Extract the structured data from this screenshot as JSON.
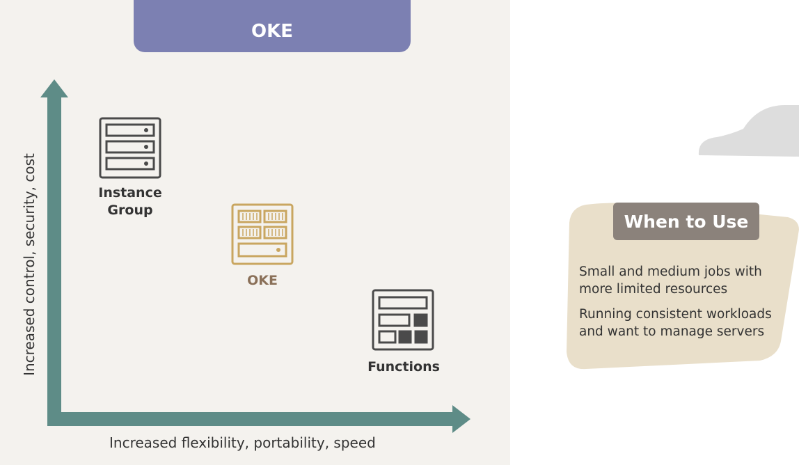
{
  "banner": {
    "title": "OKE"
  },
  "axes": {
    "y_label": "Increased control, security, cost",
    "x_label": "Increased flexibility, portability, speed"
  },
  "nodes": [
    {
      "label_line1": "Instance",
      "label_line2": "Group"
    },
    {
      "label": "OKE"
    },
    {
      "label": "Functions"
    }
  ],
  "when_to_use": {
    "title": "When to Use",
    "items": [
      {
        "line1": "Small and medium jobs with",
        "line2": "more limited resources"
      },
      {
        "line1": "Running consistent workloads",
        "line2": "and want to manage servers"
      }
    ]
  },
  "colors": {
    "banner": "#7c80b2",
    "axis": "#5e8c87",
    "oke": "#c9a660",
    "card": "#e9dfca",
    "badge": "#8b827b"
  }
}
